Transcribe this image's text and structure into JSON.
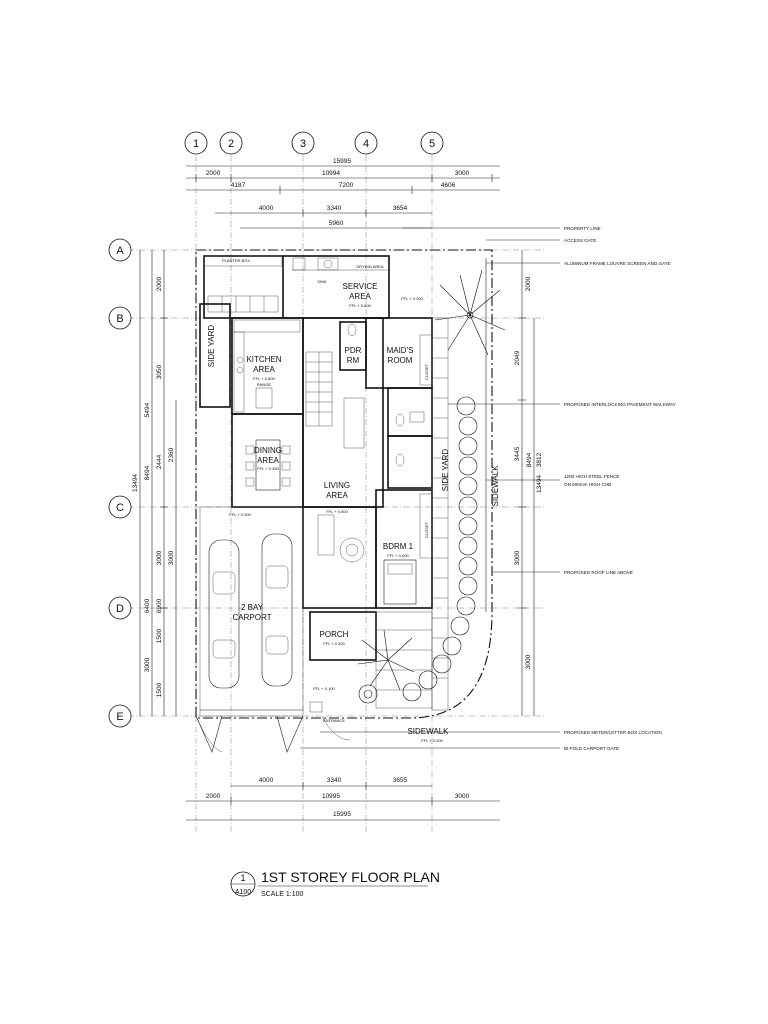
{
  "grid": {
    "columns": [
      "1",
      "2",
      "3",
      "4",
      "5"
    ],
    "rows": [
      "A",
      "B",
      "C",
      "D",
      "E"
    ]
  },
  "dimensions_top": {
    "row1": [
      "2000",
      "10994",
      "3000"
    ],
    "row1_total": "15995",
    "row2": [
      "4187",
      "7200",
      "4606"
    ],
    "row3": [
      "4000",
      "3340",
      "3654"
    ],
    "row4": "5960"
  },
  "dimensions_bottom": {
    "row1": [
      "4000",
      "3340",
      "3655"
    ],
    "row2": [
      "2000",
      "10995",
      "3000"
    ],
    "total": "15995"
  },
  "dimensions_left": {
    "outer": "13494",
    "mid1": [
      "5494",
      "8494"
    ],
    "inner": [
      "2000",
      "3050",
      "2444",
      "3000",
      "1500",
      "1500"
    ],
    "mid2": [
      "2360",
      "3000",
      "6400",
      "6900",
      "3000"
    ]
  },
  "dimensions_right": {
    "inner": [
      "2000",
      "2049",
      "3445",
      "3000",
      "3000"
    ],
    "outer": [
      "8494",
      "13494",
      "3812"
    ]
  },
  "rooms": {
    "service": [
      "SERVICE",
      "AREA"
    ],
    "kitchen": [
      "KITCHEN",
      "AREA"
    ],
    "pdr": [
      "PDR",
      "RM"
    ],
    "maids": [
      "MAID'S",
      "ROOM"
    ],
    "dining": [
      "DINING",
      "AREA"
    ],
    "living": [
      "LIVING",
      "AREA"
    ],
    "bdrm": "BDRM 1",
    "carport": [
      "2 BAY",
      "CARPORT"
    ],
    "porch": "PORCH",
    "side_yard_left": "SIDE YARD",
    "side_yard_right": "SIDE YARD",
    "sidewalk_right": "SIDEWALK",
    "sidewalk_bottom": "SIDEWALK",
    "entrance": "ENTRANCE"
  },
  "small_labels": {
    "planter_box": "PLANTER BOX",
    "drying_area": "DRYING AREA",
    "sink": "SINK",
    "range": "RANGE",
    "closet": "CLOSET",
    "ffl_service": "FFL + 0.600",
    "ffl_kitchen": "FFL + 0.600",
    "ffl_dining": "FFL + 0.450",
    "ffl_living": "FFL + 0.600",
    "ffl_bdrm": "FFL + 0.600",
    "ffl_porch": "FFL + 0.300",
    "ffl_carport": "FFL + 0.300",
    "ffl_side": "FFL + 0.300",
    "ffl_sidewalk": "FFL + 0.000",
    "ffl_entry": "FFL + 0.100"
  },
  "callouts": [
    "PROPERTY LINE",
    "ACCESS GATE",
    "ALUMINUM FRAME LOUVRE SCREEN AND GATE",
    "PROPOSED INTERLOCKING PAVEMENT WALKWAY",
    "1200 HIGH STEEL FENCE",
    "ON 600mm HIGH CHB",
    "PROPOSED ROOF LINE ABOVE",
    "PROPOSED METER/LETTER BOX LOCATION",
    "BI-FOLD CARPORT GATE"
  ],
  "title_block": {
    "number": "1",
    "sheet": "A100",
    "title": "1ST STOREY FLOOR PLAN",
    "scale": "SCALE 1:100"
  }
}
